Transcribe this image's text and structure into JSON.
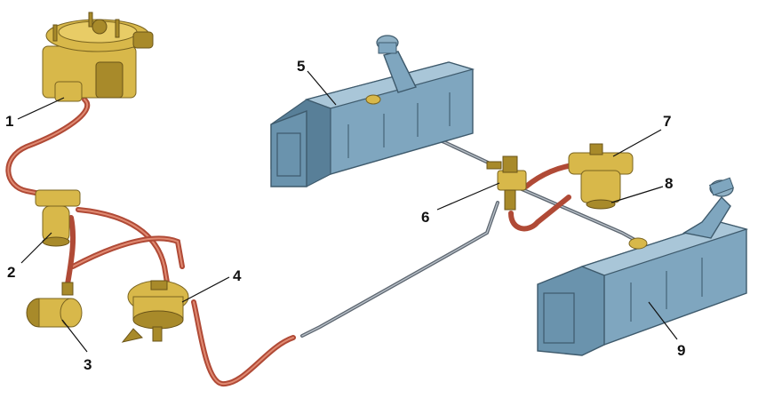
{
  "diagram": {
    "callouts": [
      {
        "id": "c1",
        "label": "1"
      },
      {
        "id": "c2",
        "label": "2"
      },
      {
        "id": "c3",
        "label": "3"
      },
      {
        "id": "c4",
        "label": "4"
      },
      {
        "id": "c5",
        "label": "5"
      },
      {
        "id": "c6",
        "label": "6"
      },
      {
        "id": "c7",
        "label": "7"
      },
      {
        "id": "c8",
        "label": "8"
      },
      {
        "id": "c9",
        "label": "9"
      }
    ],
    "colors": {
      "hose": "#b04a36",
      "metal_tube": "#5d6670",
      "brass": "#d8b84a",
      "tank": "#7fa6bf"
    }
  }
}
